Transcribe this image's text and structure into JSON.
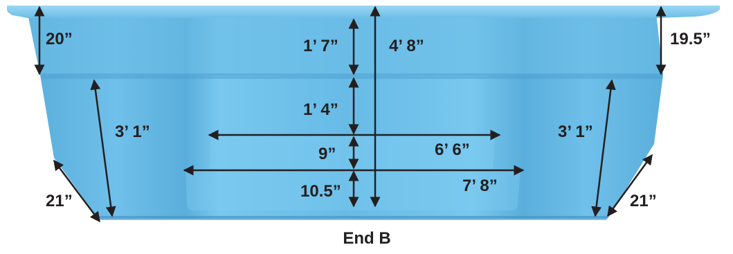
{
  "diagram": {
    "caption": "End B",
    "colors": {
      "pool_main": "#63b8e3",
      "pool_light": "#7cc7ee",
      "pool_dark": "#4f9fcc",
      "rim": "#8ad0f2",
      "line": "#231f20"
    },
    "dimensions": {
      "left_top_wall": "20”",
      "right_top_wall": "19.5”",
      "center_upper": "1’ 7”",
      "center_total": "4’ 8”",
      "center_middle": "1’ 4”",
      "left_lower_wall": "3’ 1”",
      "right_lower_wall": "3’ 1”",
      "step_upper_height": "9”",
      "step_upper_width": "6’ 6”",
      "step_lower_height": "10.5”",
      "step_lower_width": "7’ 8”",
      "left_slope": "21”",
      "right_slope": "21”"
    }
  }
}
